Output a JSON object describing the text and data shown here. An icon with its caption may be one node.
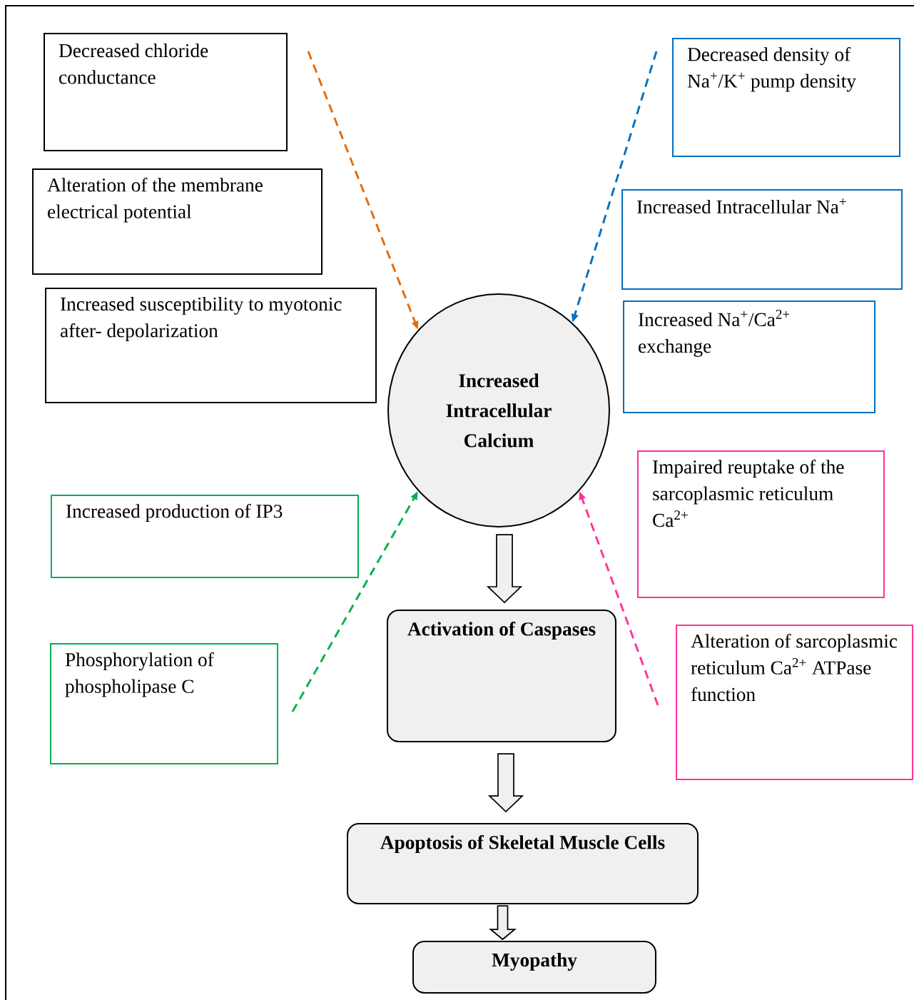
{
  "diagram": {
    "nodes": [
      {
        "text": [
          "Decreased chloride conductance"
        ]
      },
      {
        "text": [
          "Decreased density of Na$^{+}$/K$^{+}$ pump density"
        ]
      },
      {
        "text": [
          "Alteration of the membrane electrical potential"
        ]
      },
      {
        "text": [
          "Increased Intracellular Na$^{+}$"
        ]
      },
      {
        "text": [
          "Increased susceptibility to myotonic after- depolarization"
        ]
      },
      {
        "text": [
          "Increased Na$^{+}$/Ca$^{2+}$ exchange"
        ]
      },
      {
        "text": [
          "Increased Intracellular Calcium"
        ]
      },
      {
        "text": [
          "Impaired reuptake of the sarcoplasmic reticulum Ca$^{2+}$"
        ]
      },
      {
        "text": [
          "Increased production of IP3"
        ]
      },
      {
        "text": [
          "Activation of Caspases"
        ]
      },
      {
        "text": [
          "Phosphorylation of phospholipase C"
        ]
      },
      {
        "text": [
          "Alteration of sarcoplasmic reticulum Ca$^{2+}$ ATPase function"
        ]
      },
      {
        "text": [
          "Apoptosis of Skeletal Muscle Cells"
        ]
      },
      {
        "text": [
          "Myopathy"
        ]
      }
    ],
    "edges": [
      {
        "from": null,
        "to": 6,
        "arrow": "to",
        "style": "dashed",
        "color": "#e36c0a"
      },
      {
        "from": null,
        "to": 6,
        "arrow": "to",
        "style": "dashed",
        "color": "#0070c0"
      },
      {
        "from": null,
        "to": 6,
        "arrow": "to",
        "style": "dashed",
        "color": "#00b050"
      },
      {
        "from": null,
        "to": 6,
        "arrow": "to",
        "style": "dashed",
        "color": "#ff3399"
      },
      {
        "from": 6,
        "to": 9,
        "arrow": "to"
      },
      {
        "from": 9,
        "to": 12,
        "arrow": "to"
      },
      {
        "from": 12,
        "to": 13,
        "arrow": "to"
      }
    ]
  }
}
